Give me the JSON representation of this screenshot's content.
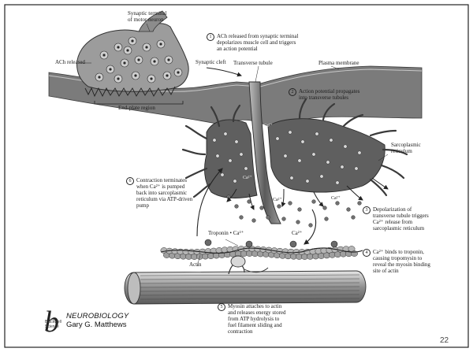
{
  "labels": {
    "synaptic_terminal": "Synaptic terminal\nof motor neuron",
    "ach_released": "ACh released",
    "synaptic_cleft": "Synaptic cleft",
    "end_plate_region": "End-plate region",
    "transverse_tubule": "Transverse tubule",
    "plasma_membrane": "Plasma membrane",
    "sarcoplasmic_reticulum": "Sarcoplasmic\nreticulum",
    "troponin_ca": "Troponin • Ca²⁺",
    "ca_free": "Ca²⁺",
    "actin": "Actin"
  },
  "ion_tags": {
    "ca_tag": "Ca²⁺"
  },
  "steps": [
    {
      "num": "1",
      "text": "ACh released from synaptic terminal\ndepolarizes muscle cell and triggers\nan action potential"
    },
    {
      "num": "2",
      "text": "Action potential propagates\ninto transverse tubules"
    },
    {
      "num": "3",
      "text": "Depolarization of\ntransverse tubule triggers\nCa²⁺ release from\nsarcoplasmic reticulum"
    },
    {
      "num": "4",
      "text": "Ca²⁺ binds to troponin,\ncausing tropomysin to\nreveal the myosin binding\nsite of actin"
    },
    {
      "num": "5",
      "text": "Myosin attaches to actin\nand releases energy stored\nfrom ATP hydrolysis to\nfuel filament sliding and\ncontraction"
    },
    {
      "num": "6",
      "text": "Contraction terminates\nwhen Ca²⁺ is pumped\nback into sarcoplasmic\nreticulum via ATP-driven\npump"
    }
  ],
  "credit": {
    "logo_letter": "b",
    "publisher": "Blackwell\nScience",
    "book_title": "NEUROBIOLOGY",
    "author": "Gary G. Matthews"
  },
  "page_number": "22",
  "colors": {
    "membrane_gray": "#8a8a8a",
    "reticulum_dark": "#5e5e5e",
    "filament_gray": "#a9a9a9"
  }
}
